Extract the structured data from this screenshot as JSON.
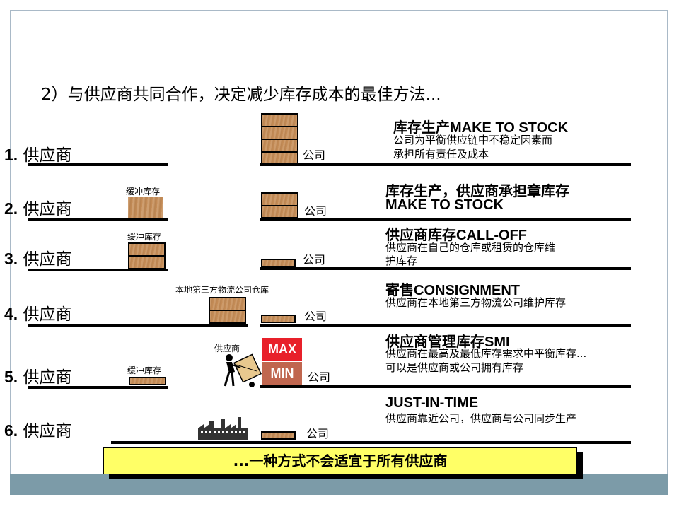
{
  "title": "2）与供应商共同合作，决定减少库存成本的最佳方法...",
  "rows": [
    {
      "num": "1.",
      "supplier": "供应商",
      "company": "公司",
      "buffer": "",
      "desc_title": "库存生产MAKE TO STOCK",
      "desc_lines": [
        "公司为平衡供应链中不稳定因素而",
        "承担所有责任及成本"
      ]
    },
    {
      "num": "2.",
      "supplier": "供应商",
      "company": "公司",
      "buffer": "缓冲库存",
      "desc_title": "库存生产，供应商承担章库存",
      "desc_title2": "MAKE TO STOCK",
      "desc_lines": []
    },
    {
      "num": "3.",
      "supplier": "供应商",
      "company": "公司",
      "buffer": "缓冲库存",
      "desc_title": "供应商库存CALL-OFF",
      "desc_lines": [
        "供应商在自己的仓库或租赁的仓库维",
        "护库存"
      ]
    },
    {
      "num": "4.",
      "supplier": "供应商",
      "company": "公司",
      "buffer": "本地第三方物流公司仓库",
      "desc_title": "寄售CONSIGNMENT",
      "desc_lines": [
        "供应商在本地第三方物流公司维护库存"
      ]
    },
    {
      "num": "5.",
      "supplier": "供应商",
      "company": "公司",
      "buffer": "缓冲库存",
      "mover_label": "供应商",
      "max_label": "MAX",
      "min_label": "MIN",
      "desc_title": "供应商管理库存SMI",
      "desc_lines": [
        "供应商在最高及最低库存需求中平衡库存...",
        "可以是供应商或公司拥有库存"
      ]
    },
    {
      "num": "6.",
      "supplier": "供应商",
      "company": "公司",
      "buffer": "",
      "desc_title": "JUST-IN-TIME",
      "desc_lines": [
        "供应商靠近公司，供应商与公司同步生产"
      ]
    }
  ],
  "banner": "...一种方式不会适宜于所有供应商",
  "colors": {
    "wood": "#c68d57",
    "max_red": "#e8202a",
    "min_brown": "#c0664f",
    "banner_yellow": "#ffff66",
    "band": "#7c9ba8"
  }
}
